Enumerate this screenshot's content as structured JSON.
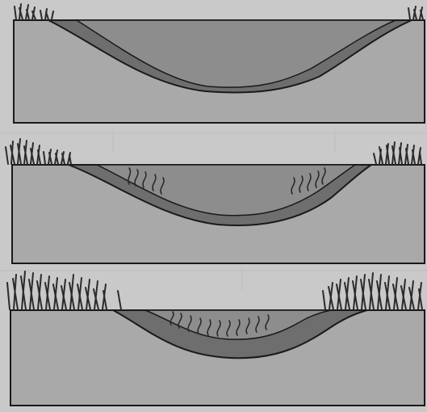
{
  "figure": {
    "panels": [
      {
        "stage": 1,
        "water_present": true,
        "underwater_plants": false,
        "shore_vegetation": "sparse"
      },
      {
        "stage": 2,
        "water_present": true,
        "underwater_plants": true,
        "shore_vegetation": "moderate"
      },
      {
        "stage": 3,
        "water_present": true,
        "underwater_plants": true,
        "shore_vegetation": "dense"
      }
    ],
    "colors": {
      "paper": "#c9c9c9",
      "soil": "#a9a9a9",
      "sediment": "#6e6e6e",
      "water": "#8d8d8d",
      "outline": "#1a1a1a",
      "grass": "#2b2b2b"
    }
  }
}
